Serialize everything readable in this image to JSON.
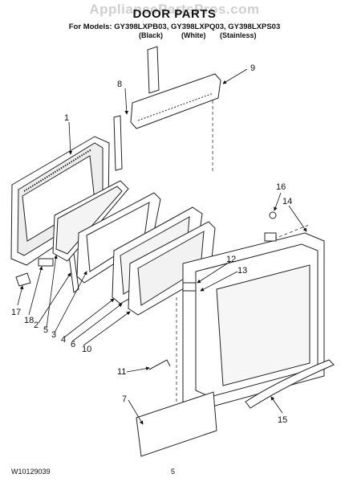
{
  "watermark": "AppliancePartsPros.com",
  "header": {
    "title": "DOOR PARTS",
    "models_line": "For Models: GY398LXPB03, GY398LXPQ03, GY398LXPS03",
    "variants": [
      "(Black)",
      "(White)",
      "(Stainless)"
    ]
  },
  "callouts": {
    "c1": "1",
    "c2": "2",
    "c3": "3",
    "c4": "4",
    "c5": "5",
    "c6": "6",
    "c7": "7",
    "c8": "8",
    "c9": "9",
    "c10": "10",
    "c11": "11",
    "c12": "12",
    "c13": "13",
    "c14": "14",
    "c15": "15",
    "c16": "16",
    "c17": "17",
    "c18": "18"
  },
  "footer": {
    "doc_number": "W10129039",
    "page_number": "5"
  }
}
